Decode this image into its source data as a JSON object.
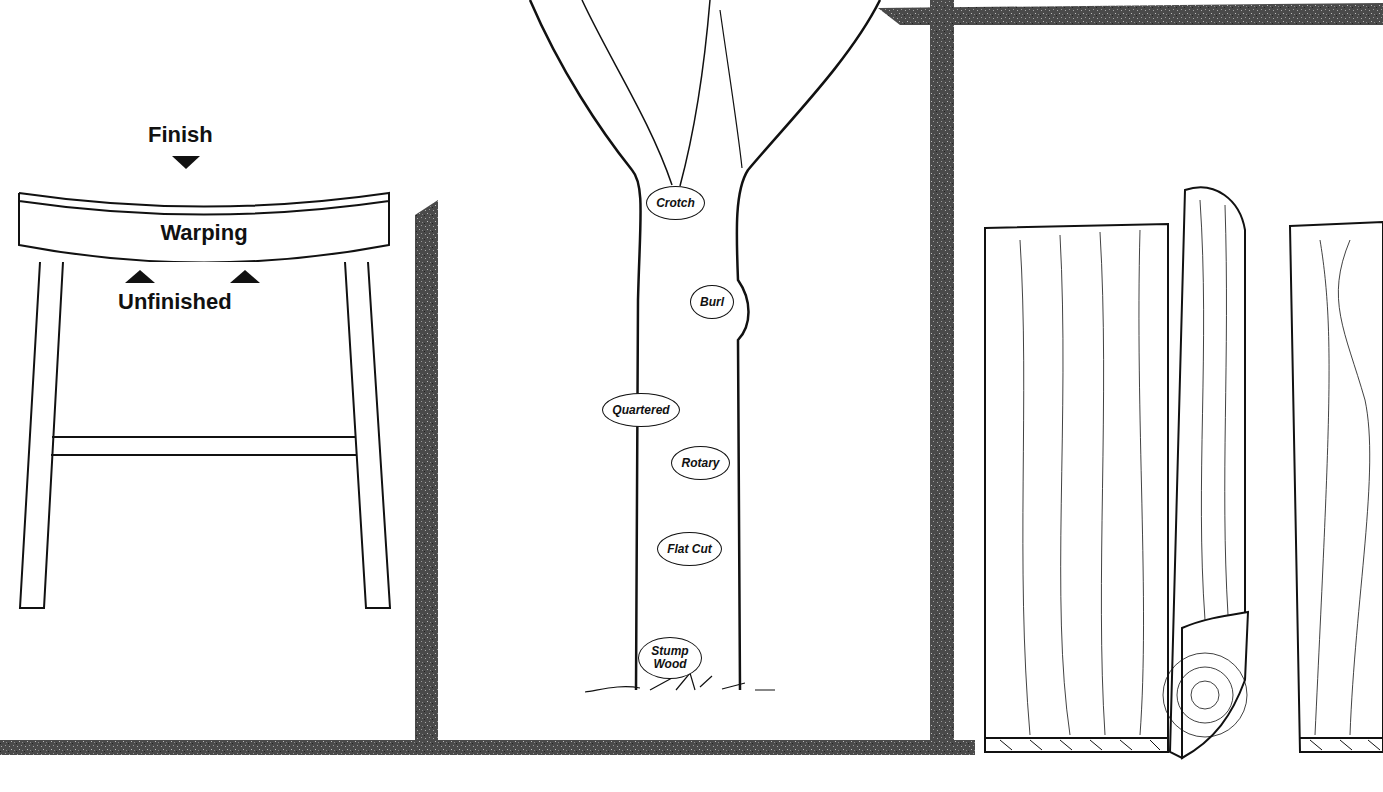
{
  "diagram": {
    "nodes": [
      {
        "text": [
          "Warping"
        ]
      },
      {
        "text": [
          "Crotch"
        ]
      },
      {
        "text": [
          "Burl"
        ]
      },
      {
        "text": [
          "Quartered"
        ]
      },
      {
        "text": [
          "Rotary"
        ]
      },
      {
        "text": [
          "Flat Cut"
        ]
      },
      {
        "text": [
          "Stump Wood"
        ]
      }
    ],
    "labels": [
      "Finish",
      "Unfinished"
    ]
  }
}
